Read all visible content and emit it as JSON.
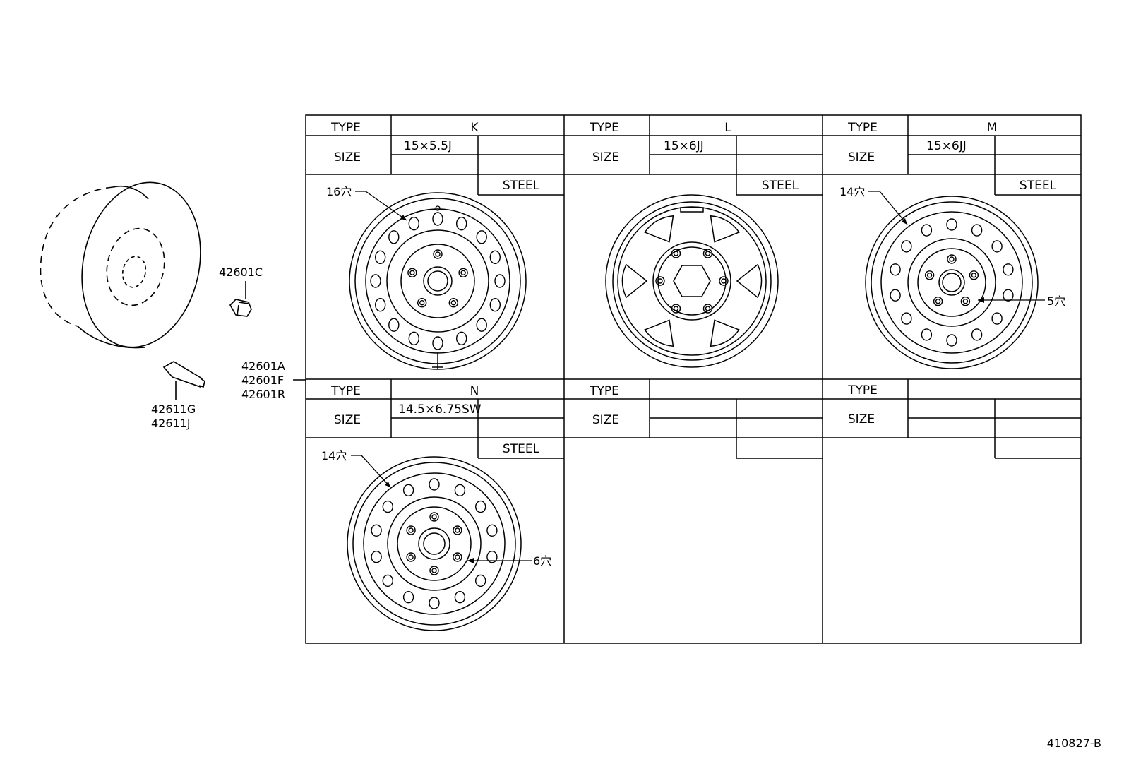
{
  "diagram_id": "410827-B",
  "part_numbers": {
    "nut": "42601C",
    "valve": [
      "42611G",
      "42611J"
    ],
    "wheel": [
      "42601A",
      "42601F",
      "42601R"
    ]
  },
  "table": {
    "type_label": "TYPE",
    "size_label": "SIZE",
    "cells": [
      {
        "type": "K",
        "size": "15×5.5J",
        "material": "STEEL",
        "hole_callouts": [
          "16穴"
        ]
      },
      {
        "type": "L",
        "size": "15×6JJ",
        "material": "STEEL",
        "hole_callouts": []
      },
      {
        "type": "M",
        "size": "15×6JJ",
        "material": "STEEL",
        "hole_callouts": [
          "14穴",
          "5穴"
        ]
      },
      {
        "type": "N",
        "size": "14.5×6.75SW",
        "material": "STEEL",
        "hole_callouts": [
          "14穴",
          "6穴"
        ]
      },
      {
        "type": "",
        "size": "",
        "material": "",
        "hole_callouts": []
      },
      {
        "type": "",
        "size": "",
        "material": "",
        "hole_callouts": []
      }
    ]
  }
}
